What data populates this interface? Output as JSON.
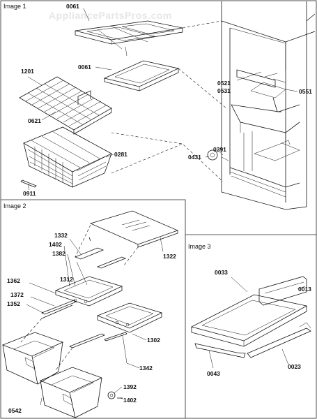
{
  "watermark": "AppliancePartsPros.com",
  "sections": [
    {
      "title": "Image 1"
    },
    {
      "title": "Image 2"
    },
    {
      "title": "Image 3"
    }
  ],
  "labels": {
    "p0061a": "0061",
    "p0061b": "0061",
    "p1201": "1201",
    "p0621": "0621",
    "p0281": "0281",
    "p0911": "0911",
    "p0521": "0521",
    "p0531": "0531",
    "p0551": "0551",
    "p0391": "0391",
    "p0431": "0431",
    "p1332": "1332",
    "p1402a": "1402",
    "p1382": "1382",
    "p1312": "1312",
    "p1362": "1362",
    "p1372": "1372",
    "p1352": "1352",
    "p1322": "1322",
    "p1302": "1302",
    "p1342": "1342",
    "p1392": "1392",
    "p1402b": "1402",
    "p0542": "0542",
    "p0033": "0033",
    "p0013": "0013",
    "p0043": "0043",
    "p0023": "0023"
  }
}
